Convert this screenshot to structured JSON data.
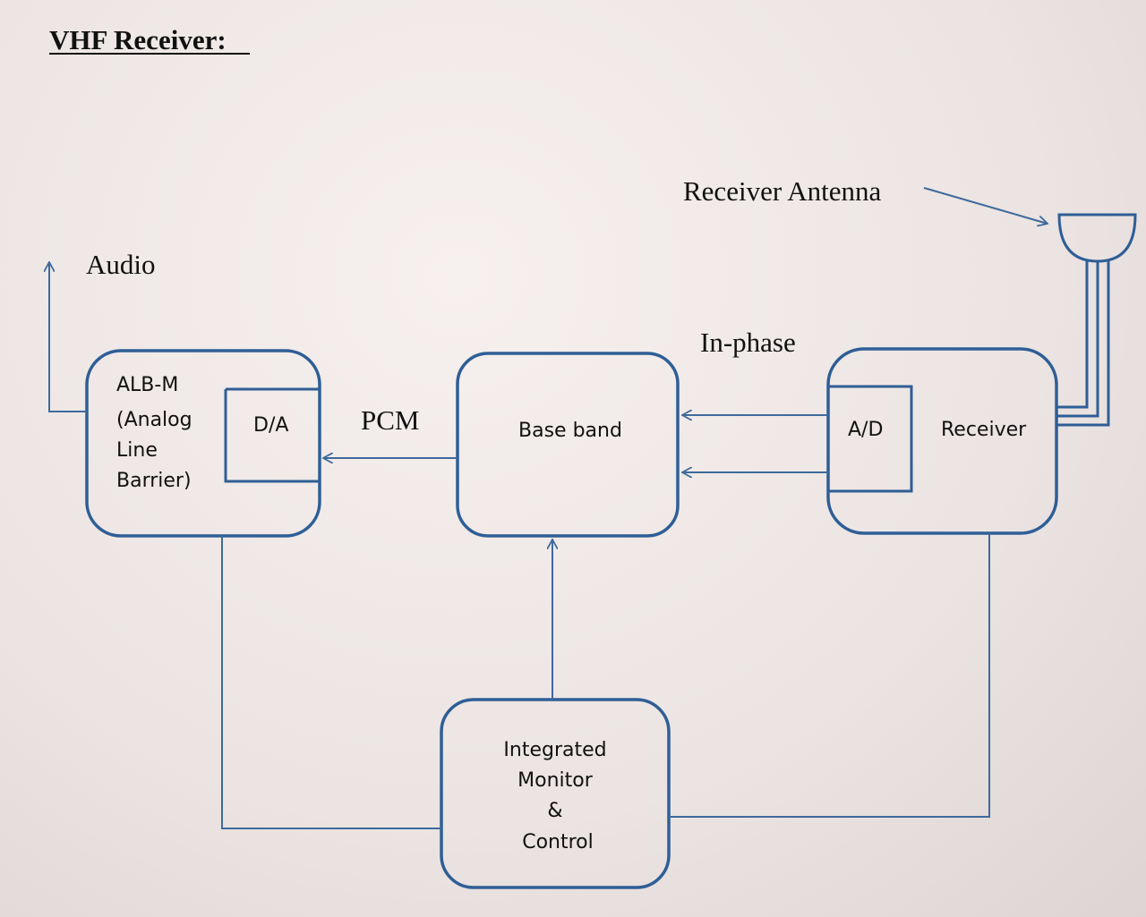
{
  "title": "VHF Receiver:",
  "labels": {
    "receiver_antenna": "Receiver Antenna",
    "audio": "Audio",
    "in_phase": "In-phase",
    "pcm": "PCM"
  },
  "blocks": {
    "alb": {
      "lines": [
        "ALB-M",
        "(Analog",
        "Line",
        "Barrier)"
      ],
      "inner": "D/A"
    },
    "baseband": {
      "label": "Base band"
    },
    "receiver": {
      "label": "Receiver",
      "inner": "A/D"
    },
    "imc": {
      "lines": [
        "Integrated",
        "Monitor",
        "&",
        "Control"
      ]
    }
  },
  "colors": {
    "line": "#2f5e96",
    "text": "#111111",
    "paper": "#ece6e4"
  }
}
